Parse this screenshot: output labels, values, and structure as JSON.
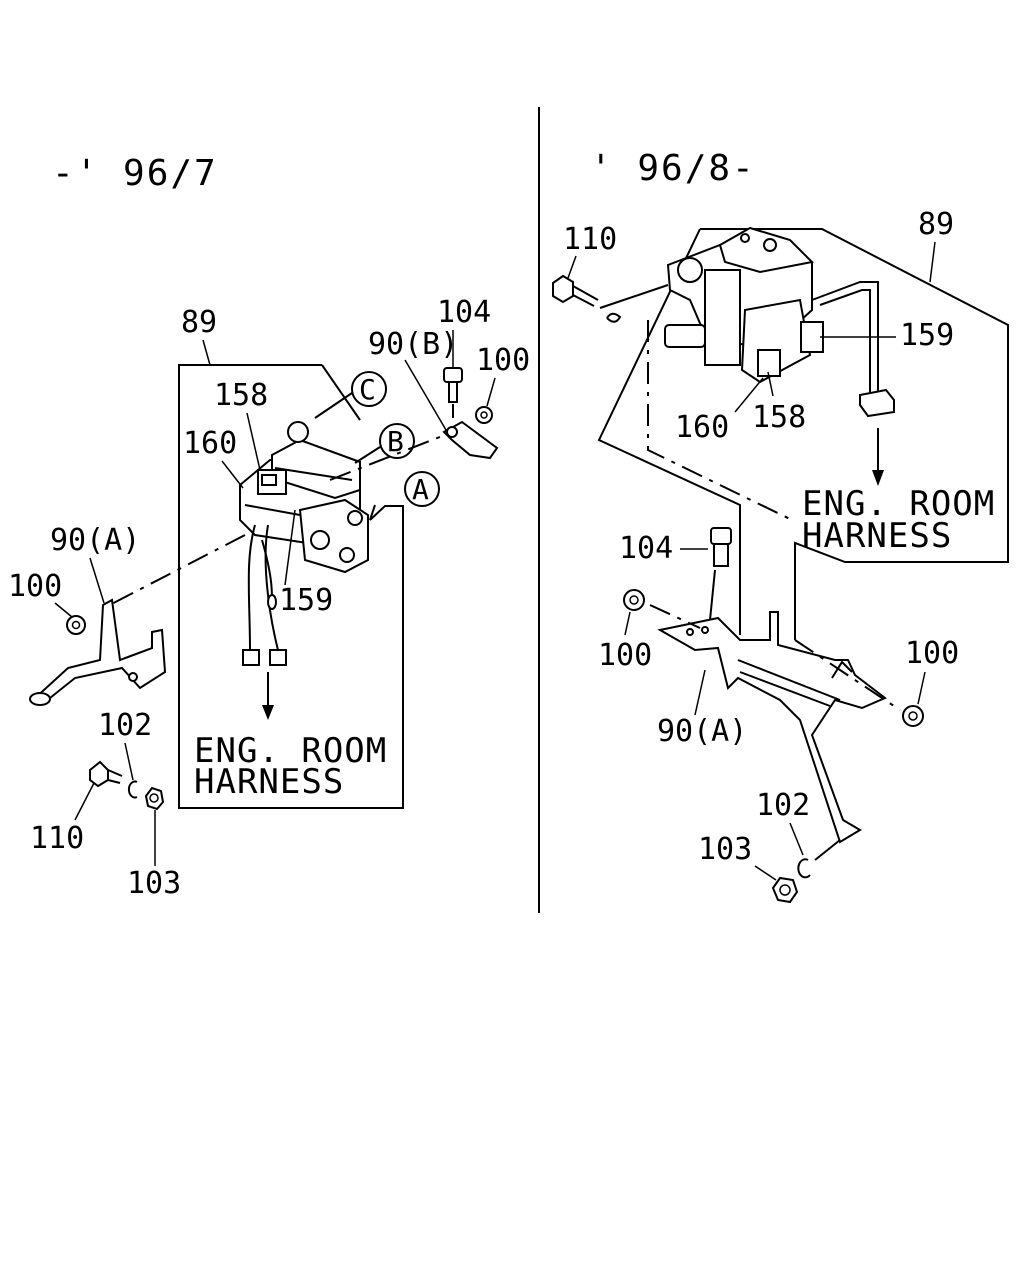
{
  "left_panel": {
    "title": "-' 96/7",
    "labels": {
      "assembly": "89",
      "bolt_top": "104",
      "bracket_b": "90(B)",
      "nut_right": "100",
      "connector_158": "158",
      "unit_160": "160",
      "pipe_159": "159",
      "bracket_a": "90(A)",
      "nut_left": "100",
      "washer": "102",
      "bolt_bottom": "110",
      "nut_bottom": "103"
    },
    "circled": [
      "C",
      "B",
      "A"
    ],
    "harness_line1": "ENG. ROOM",
    "harness_line2": "HARNESS"
  },
  "right_panel": {
    "title": "' 96/8-",
    "labels": {
      "bolt_top": "110",
      "assembly": "89",
      "pipe_159": "159",
      "unit_160": "160",
      "connector_158": "158",
      "bolt_mid": "104",
      "nut_left": "100",
      "nut_right": "100",
      "bracket_a": "90(A)",
      "washer": "102",
      "nut_bottom": "103"
    },
    "harness_line1": "ENG. ROOM",
    "harness_line2": "HARNESS"
  }
}
